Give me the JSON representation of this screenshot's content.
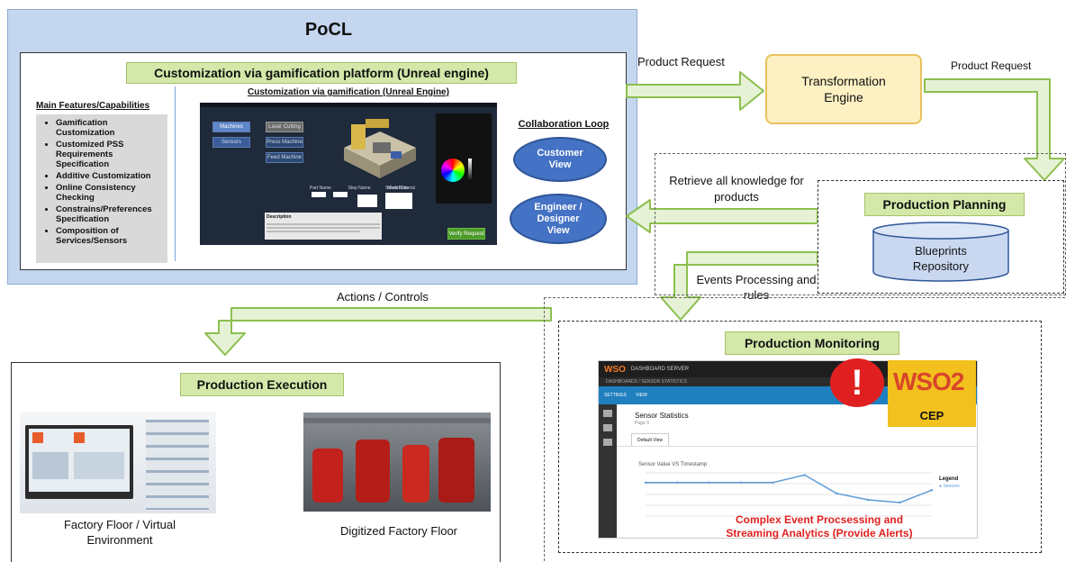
{
  "pocl": {
    "title": "PoCL",
    "customization_label": "Customization via gamification platform (Unreal engine)",
    "features_title": "Main Features/Capabilities",
    "features": [
      "Gamification Customization",
      "Customized PSS Requirements Specification",
      "Additive Customization",
      "Online Consistency Checking",
      "Constrains/Preferences Specification",
      "Composition of Services/Sensors"
    ],
    "screenshot_title": "Customization via gamification (Unreal Engine)",
    "ue_buttons_left": [
      "Machines",
      "Sensors"
    ],
    "ue_buttons_mid": [
      "Laser Cutting",
      "Press Machine",
      "Feed Machine"
    ],
    "ue_fields": [
      "Part Name",
      "Step Name",
      "Model Use",
      "Select Material"
    ],
    "ue_description_title": "Description",
    "ue_verify_button": "Verify Request",
    "collab_title": "Collaboration Loop",
    "customer_view": "Customer View",
    "engineer_view": "Engineer / Designer View"
  },
  "arrows": {
    "product_request_1": "Product Request",
    "product_request_2": "Product Request",
    "retrieve_knowledge": "Retrieve all knowledge for products",
    "events_processing": "Events Processing and rules",
    "actions_controls": "Actions / Controls"
  },
  "transformation_engine": "Transformation Engine",
  "production_planning": {
    "label": "Production Planning",
    "repository": "Blueprints Repository"
  },
  "production_monitoring": {
    "label": "Production Monitoring",
    "dashboard_title": "DASHBOARD SERVER",
    "breadcrumb": "DASHBOARDS / SENSOR STATISTICS",
    "settings": "SETTINGS",
    "view": "VIEW",
    "page_title": "Sensor Statistics",
    "page_sub": "Page 0",
    "tab": "Default View",
    "chart_title": "Sensor Value VS Timestamp",
    "legend_title": "Legend",
    "legend_item": "Sensors",
    "cep_label": "CEP",
    "wso2_logo": "WSO2",
    "alert_icon": "exclamation-alert-icon",
    "caption_line1": "Complex Event Procsessing and",
    "caption_line2": "Streaming Analytics (Provide Alerts)",
    "series_color": "#5b9bd5",
    "alert_color": "#e02020",
    "caption_color": "#e02020"
  },
  "production_execution": {
    "label": "Production Execution",
    "virtual_caption": "Factory Floor / Virtual Environment",
    "digitized_caption": "Digitized Factory Floor"
  },
  "colors": {
    "pocl_bg": "#c5d7ef",
    "label_green": "#d3e8a9",
    "arrow_fill": "#e6f2d5",
    "arrow_stroke": "#8cbf4f",
    "engine_fill": "#fdf0c2",
    "engine_stroke": "#e7c25c"
  },
  "chart_data": {
    "type": "line",
    "title": "Sensor Value VS Timestamp",
    "series": [
      {
        "name": "Sensors",
        "values": [
          620,
          620,
          620,
          620,
          620,
          760,
          420,
          300,
          250,
          480
        ]
      }
    ],
    "ylim": [
      0,
      800
    ]
  }
}
